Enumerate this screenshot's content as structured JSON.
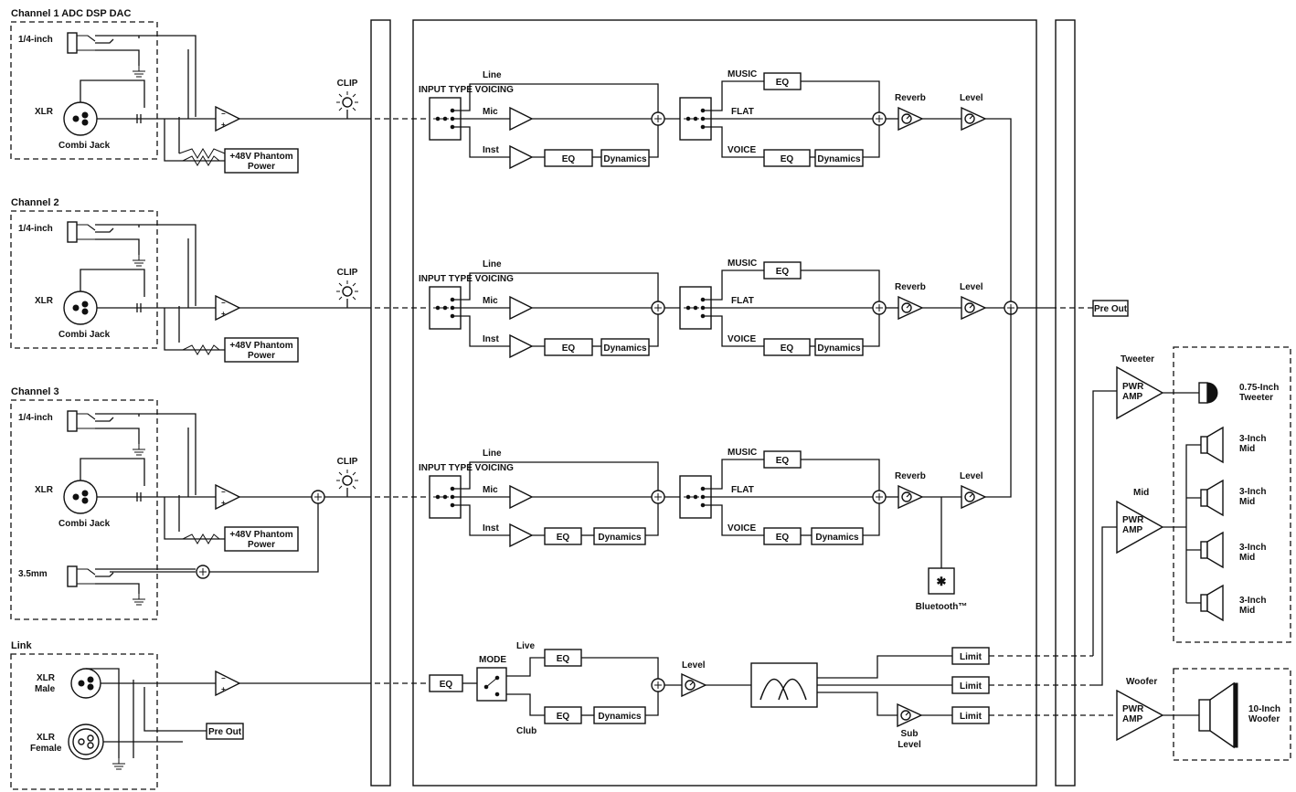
{
  "channels": [
    {
      "title": "Channel 1 ADC DSP DAC",
      "quarter": "1/4-inch",
      "xlr": "XLR",
      "combi": "Combi Jack",
      "phantom1": "+48V Phantom",
      "phantom2": "Power",
      "clip": "CLIP"
    },
    {
      "title": "Channel 2",
      "quarter": "1/4-inch",
      "xlr": "XLR",
      "combi": "Combi Jack",
      "phantom1": "+48V Phantom",
      "phantom2": "Power",
      "clip": "CLIP"
    },
    {
      "title": "Channel 3",
      "quarter": "1/4-inch",
      "xlr": "XLR",
      "combi": "Combi Jack",
      "phantom1": "+48V Phantom",
      "phantom2": "Power",
      "clip": "CLIP",
      "mini": "3.5mm"
    }
  ],
  "strip": {
    "input_type": "INPUT TYPE VOICING",
    "line": "Line",
    "mic": "Mic",
    "inst": "Inst",
    "eq": "EQ",
    "dynamics": "Dynamics",
    "music": "MUSIC",
    "flat": "FLAT",
    "voice": "VOICE",
    "reverb": "Reverb",
    "level": "Level"
  },
  "bluetooth": "Bluetooth™",
  "pre_out": "Pre Out",
  "link": {
    "title": "Link",
    "xlr_male_1": "XLR",
    "xlr_male_2": "Male",
    "xlr_female_1": "XLR",
    "xlr_female_2": "Female",
    "pre_out": "Pre Out"
  },
  "sub": {
    "eq": "EQ",
    "mode": "MODE",
    "live": "Live",
    "club": "Club",
    "eq_live": "EQ",
    "eq_club": "EQ",
    "dynamics": "Dynamics",
    "level": "Level",
    "limit": "Limit",
    "sub_level_1": "Sub",
    "sub_level_2": "Level"
  },
  "amps": {
    "tweeter_label": "Tweeter",
    "mid_label": "Mid",
    "woofer_label": "Woofer",
    "pwr": "PWR",
    "amp": "AMP"
  },
  "speakers": {
    "tweeter_1": "0.75-Inch",
    "tweeter_2": "Tweeter",
    "mid_1": "3-Inch",
    "mid_2": "Mid",
    "woofer_1": "10-Inch",
    "woofer_2": "Woofer"
  }
}
